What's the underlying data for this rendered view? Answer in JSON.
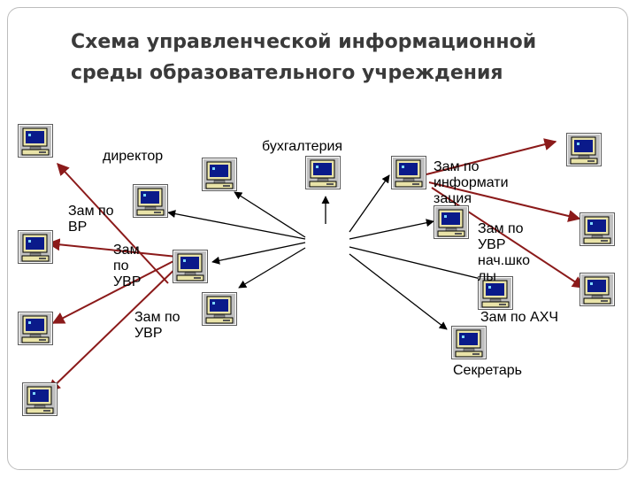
{
  "title": {
    "line1": "Схема управленческой информационной",
    "line2": "среды образовательного учреждения"
  },
  "labels": {
    "director": "директор",
    "accounting": "бухгалтерия",
    "deputy_vr": [
      "Зам по",
      "ВР"
    ],
    "deputy_uvr_1": [
      "Зам",
      "по",
      "УВР"
    ],
    "deputy_uvr_2": [
      "Зам по",
      "УВР"
    ],
    "deputy_info": [
      "Зам по",
      "информати",
      "зация"
    ],
    "deputy_uvr_primary": [
      "Зам по",
      "УВР",
      "нач.шко",
      "лы"
    ],
    "deputy_ahch": "Зам по АХЧ",
    "secretary": "Секретарь"
  },
  "icons": {
    "computer": "computer-icon"
  },
  "colors": {
    "network_link": "#000000",
    "red_link": "#8b1a1a",
    "title_text": "#3a3a3a"
  }
}
